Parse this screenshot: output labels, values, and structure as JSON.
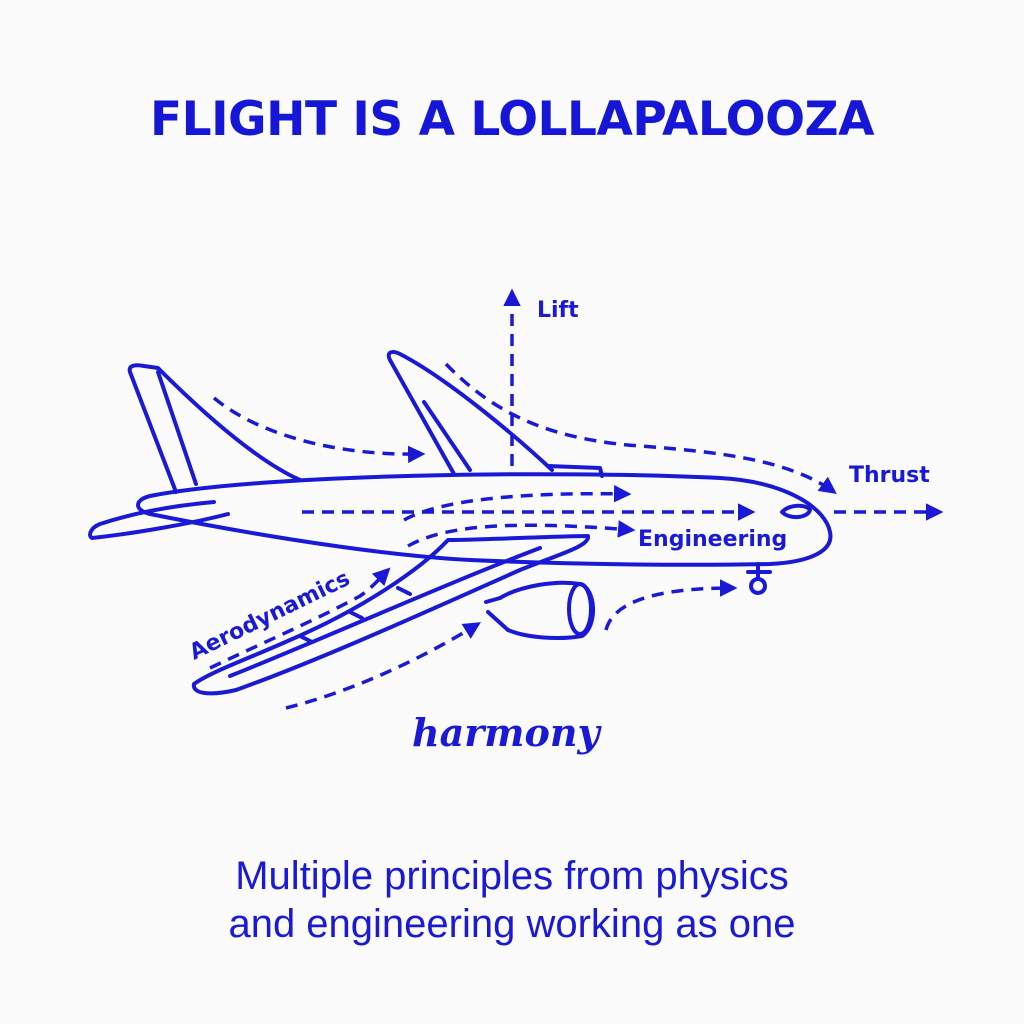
{
  "title": "FLIGHT IS A LOLLAPALOOZA",
  "labels": {
    "lift": "Lift",
    "thrust": "Thrust",
    "engineering": "Engineering",
    "aerodynamics": "Aerodynamics",
    "harmony": "harmony"
  },
  "caption": {
    "line1": "Multiple principles from physics",
    "line2": "and engineering working as one"
  },
  "colors": {
    "ink": "#1a1ad6",
    "background": "#fbfbfb"
  }
}
